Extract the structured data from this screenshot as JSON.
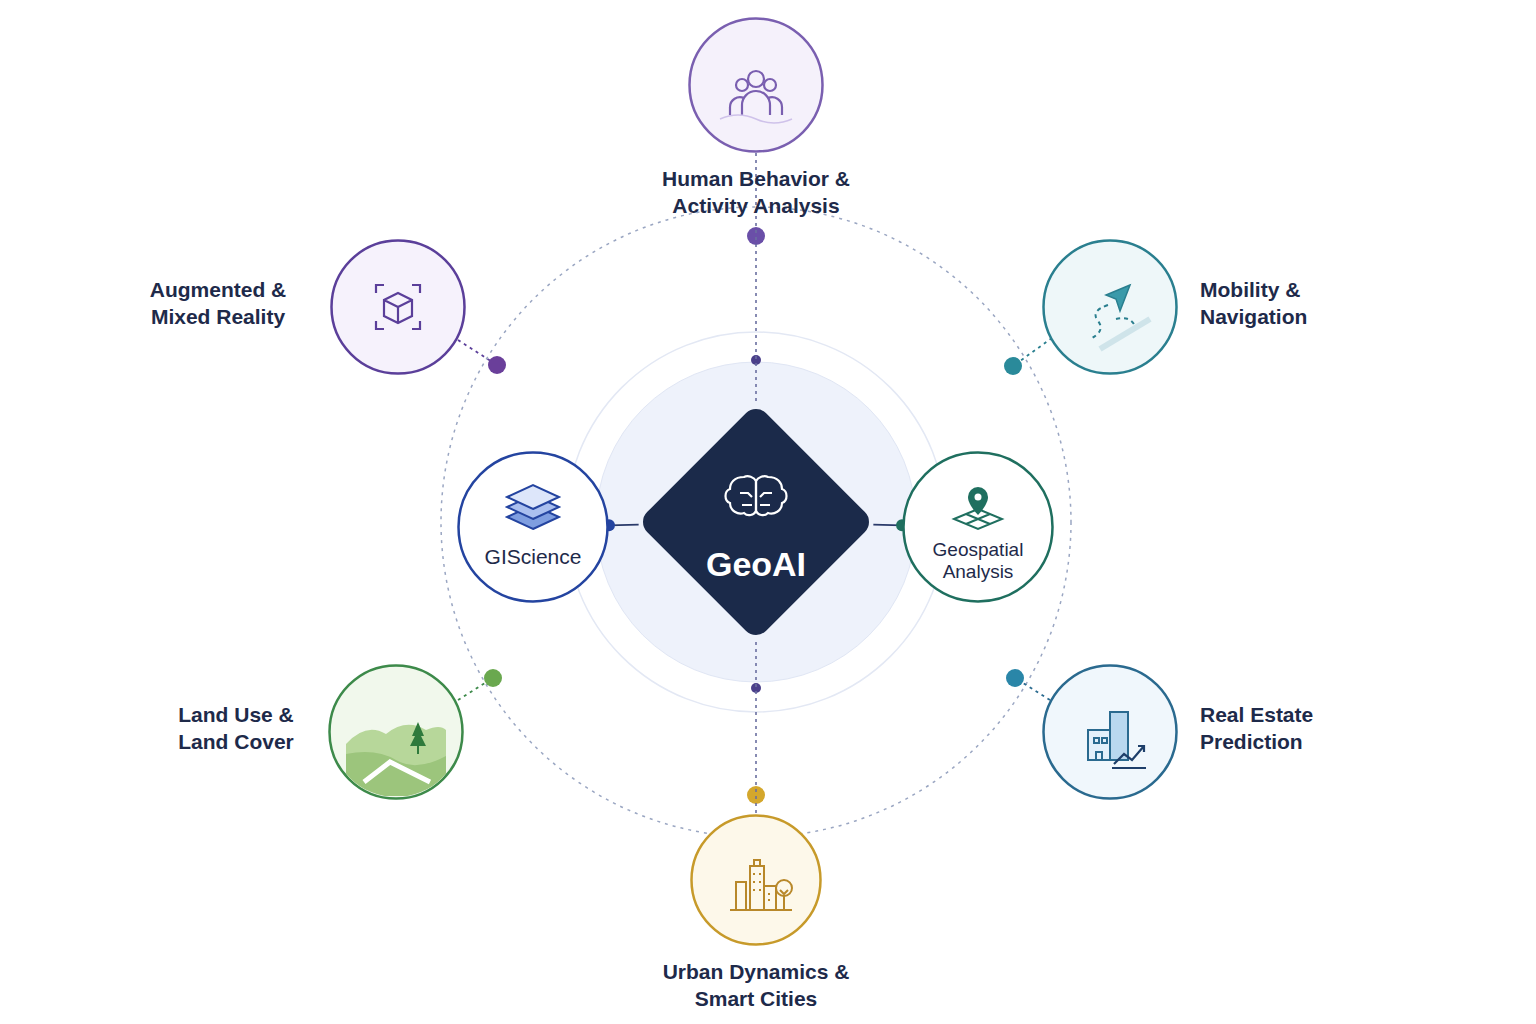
{
  "diagram": {
    "nodes": [
      {
        "text": [
          "Human Behavior & Activity Analysis"
        ]
      },
      {
        "text": [
          "Augmented & Mixed Reality"
        ]
      },
      {
        "text": [
          "Mobility & Navigation"
        ]
      },
      {
        "text": [
          "GIScience"
        ]
      },
      {
        "text": [
          "GeoAI"
        ]
      },
      {
        "text": [
          "Geospatial Analysis"
        ]
      },
      {
        "text": [
          "Land Use & Land Cover"
        ]
      },
      {
        "text": [
          "Real Estate Prediction"
        ]
      },
      {
        "text": [
          "Urban Dynamics & Smart Cities"
        ]
      }
    ],
    "edges": [
      {
        "from": 3,
        "to": 4,
        "arrow": "none"
      },
      {
        "from": 4,
        "to": 5,
        "arrow": "none"
      },
      {
        "from": 0,
        "to": 4,
        "arrow": "none"
      },
      {
        "from": 4,
        "to": 8,
        "arrow": "none"
      }
    ]
  }
}
